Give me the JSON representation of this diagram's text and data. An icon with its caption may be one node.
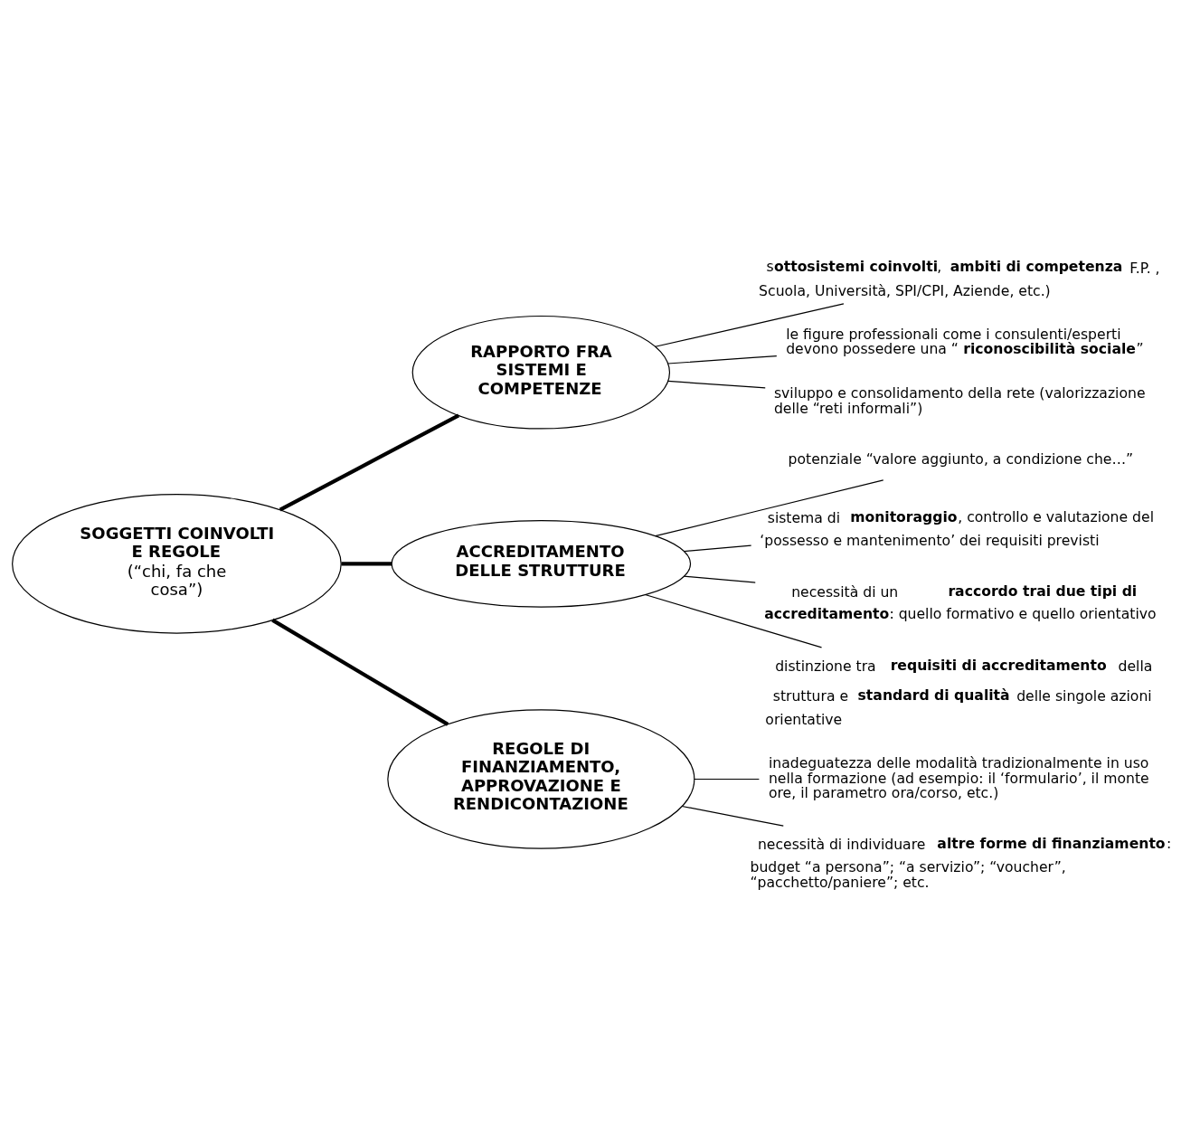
{
  "diagram": {
    "nodes": [
      {
        "text": [
          "SOGGETTI COINVOLTI E REGOLE",
          "(“chi, fa che cosa”)"
        ]
      },
      {
        "text": [
          "RAPPORTO FRA SISTEMI E COMPETENZE"
        ]
      },
      {
        "text": [
          "s**ottosistemi coinvolti**, **ambiti di competenza** F.P. , Scuola, Università, SPI/CPI, Aziende, etc.)"
        ]
      },
      {
        "text": [
          "le figure professionali come i consulenti/esperti devono possedere una “**riconoscibilità sociale**”"
        ]
      },
      {
        "text": [
          "sviluppo e consolidamento della rete (valorizzazione delle “reti informali”)"
        ]
      },
      {
        "text": [
          "ACCREDITAMENTO DELLE STRUTTURE"
        ]
      },
      {
        "text": [
          "potenziale “valore aggiunto, a condizione che…”"
        ]
      },
      {
        "text": [
          "sistema di **monitoraggio**, controllo e valutazione del ‘possesso e mantenimento’ dei requisiti previsti"
        ]
      },
      {
        "text": [
          "necessità di un **raccordo trai due tipi di accreditamento**: quello formativo e quello orientativo"
        ]
      },
      {
        "text": [
          "distinzione tra **requisiti di accreditamento** della struttura e **standard di qualità** delle singole azioni orientative"
        ]
      },
      {
        "text": [
          "REGOLE DI FINANZIAMENTO, APPROVAZIONE E RENDICONTAZIONE"
        ]
      },
      {
        "text": [
          "inadeguatezza delle modalità tradizionalmente in uso nella formazione (ad esempio: il ‘formulario’, il monte ore, il parametro ora/corso, etc.)"
        ]
      },
      {
        "text": [
          "necessità di individuare **altre forme di finanziamento**: budget “a persona”; “a servizio”; “voucher”, “pacchetto/paniere”; etc."
        ]
      }
    ],
    "edges": [
      {
        "from": 0,
        "to": 1,
        "arrow": "none",
        "style": "thick"
      },
      {
        "from": 0,
        "to": 5,
        "arrow": "none",
        "style": "thick"
      },
      {
        "from": 0,
        "to": 10,
        "arrow": "none",
        "style": "thick"
      },
      {
        "from": 1,
        "to": 2,
        "arrow": "none"
      },
      {
        "from": 1,
        "to": 3,
        "arrow": "none"
      },
      {
        "from": 1,
        "to": 4,
        "arrow": "none"
      },
      {
        "from": 5,
        "to": 6,
        "arrow": "none"
      },
      {
        "from": 5,
        "to": 7,
        "arrow": "none"
      },
      {
        "from": 5,
        "to": 8,
        "arrow": "none"
      },
      {
        "from": 5,
        "to": 9,
        "arrow": "none"
      },
      {
        "from": 10,
        "to": 11,
        "arrow": "none"
      },
      {
        "from": 10,
        "to": 12,
        "arrow": "none"
      }
    ]
  }
}
